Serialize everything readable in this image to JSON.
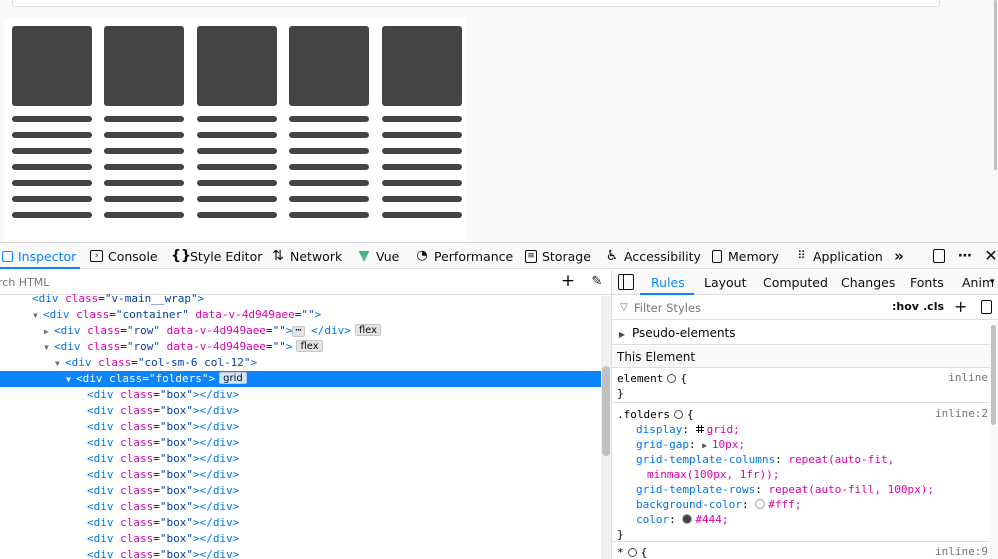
{
  "page": {
    "folders": {
      "column_count": 5,
      "lines_per_column": 7
    }
  },
  "devtools": {
    "tabs": [
      {
        "label": "Inspector",
        "icon": "inspector-icon"
      },
      {
        "label": "Console",
        "icon": "console-icon"
      },
      {
        "label": "Style Editor",
        "icon": "braces-icon"
      },
      {
        "label": "Network",
        "icon": "network-arrows-icon"
      },
      {
        "label": "Vue",
        "icon": "vue-logo-icon"
      },
      {
        "label": "Performance",
        "icon": "gauge-icon"
      },
      {
        "label": "Storage",
        "icon": "storage-icon"
      },
      {
        "label": "Accessibility",
        "icon": "accessibility-icon"
      },
      {
        "label": "Memory",
        "icon": "memory-chip-icon"
      },
      {
        "label": "Application",
        "icon": "grid-dots-icon"
      }
    ],
    "markup": {
      "search_placeholder": "rch HTML",
      "rows": [
        {
          "indent": 0,
          "twisty": "",
          "tag": "div",
          "attrs": [
            {
              "n": "class",
              "v": "v-main__wrap"
            }
          ],
          "tail": ">",
          "badge": "",
          "partial": true
        },
        {
          "indent": 1,
          "twisty": "▼",
          "tag": "div",
          "attrs": [
            {
              "n": "class",
              "v": "container"
            },
            {
              "n": "data-v-4d949aee",
              "v": ""
            }
          ],
          "tail": ">",
          "badge": ""
        },
        {
          "indent": 2,
          "twisty": "▶",
          "tag": "div",
          "attrs": [
            {
              "n": "class",
              "v": "row"
            },
            {
              "n": "data-v-4d949aee",
              "v": ""
            }
          ],
          "tail": ">",
          "ellipsis": true,
          "close": "</div>",
          "badge": "flex"
        },
        {
          "indent": 2,
          "twisty": "▼",
          "tag": "div",
          "attrs": [
            {
              "n": "class",
              "v": "row"
            },
            {
              "n": "data-v-4d949aee",
              "v": ""
            }
          ],
          "tail": ">",
          "badge": "flex"
        },
        {
          "indent": 3,
          "twisty": "▼",
          "tag": "div",
          "attrs": [
            {
              "n": "class",
              "v": "col-sm-6 col-12"
            }
          ],
          "tail": ">",
          "badge": ""
        },
        {
          "indent": 4,
          "twisty": "▼",
          "tag": "div",
          "attrs": [
            {
              "n": "class",
              "v": "folders"
            }
          ],
          "tail": ">",
          "badge": "grid",
          "selected": true
        },
        {
          "indent": 5,
          "twisty": "",
          "tag": "div",
          "attrs": [
            {
              "n": "class",
              "v": "box"
            }
          ],
          "tail": ">",
          "close": "</div>",
          "badge": ""
        },
        {
          "indent": 5,
          "twisty": "",
          "tag": "div",
          "attrs": [
            {
              "n": "class",
              "v": "box"
            }
          ],
          "tail": ">",
          "close": "</div>",
          "badge": ""
        },
        {
          "indent": 5,
          "twisty": "",
          "tag": "div",
          "attrs": [
            {
              "n": "class",
              "v": "box"
            }
          ],
          "tail": ">",
          "close": "</div>",
          "badge": ""
        },
        {
          "indent": 5,
          "twisty": "",
          "tag": "div",
          "attrs": [
            {
              "n": "class",
              "v": "box"
            }
          ],
          "tail": ">",
          "close": "</div>",
          "badge": ""
        },
        {
          "indent": 5,
          "twisty": "",
          "tag": "div",
          "attrs": [
            {
              "n": "class",
              "v": "box"
            }
          ],
          "tail": ">",
          "close": "</div>",
          "badge": ""
        },
        {
          "indent": 5,
          "twisty": "",
          "tag": "div",
          "attrs": [
            {
              "n": "class",
              "v": "box"
            }
          ],
          "tail": ">",
          "close": "</div>",
          "badge": ""
        },
        {
          "indent": 5,
          "twisty": "",
          "tag": "div",
          "attrs": [
            {
              "n": "class",
              "v": "box"
            }
          ],
          "tail": ">",
          "close": "</div>",
          "badge": ""
        },
        {
          "indent": 5,
          "twisty": "",
          "tag": "div",
          "attrs": [
            {
              "n": "class",
              "v": "box"
            }
          ],
          "tail": ">",
          "close": "</div>",
          "badge": ""
        },
        {
          "indent": 5,
          "twisty": "",
          "tag": "div",
          "attrs": [
            {
              "n": "class",
              "v": "box"
            }
          ],
          "tail": ">",
          "close": "</div>",
          "badge": ""
        },
        {
          "indent": 5,
          "twisty": "",
          "tag": "div",
          "attrs": [
            {
              "n": "class",
              "v": "box"
            }
          ],
          "tail": ">",
          "close": "</div>",
          "badge": ""
        },
        {
          "indent": 5,
          "twisty": "",
          "tag": "div",
          "attrs": [
            {
              "n": "class",
              "v": "box"
            }
          ],
          "tail": ">",
          "close": "</div>",
          "badge": ""
        }
      ]
    },
    "sidebar": {
      "tabs": [
        "Rules",
        "Layout",
        "Computed",
        "Changes",
        "Fonts",
        "Anim"
      ],
      "filter_placeholder": "Filter Styles",
      "hov_label": ":hov",
      "cls_label": ".cls",
      "pseudo_label": "Pseudo-elements",
      "this_element_label": "This Element",
      "element_rule": {
        "selector": "element",
        "source": "inline"
      },
      "folders_rule": {
        "selector": ".folders",
        "source": "inline:2",
        "decls": [
          {
            "prop": "display",
            "val": "grid",
            "icon": "grid"
          },
          {
            "prop": "grid-gap",
            "val": "10px",
            "icon": "twisty"
          },
          {
            "prop": "grid-template-columns",
            "val": "repeat(auto-fit,",
            "cont": "minmax(100px, 1fr));"
          },
          {
            "prop": "grid-template-rows",
            "val": "repeat(auto-fill, 100px);"
          },
          {
            "prop": "background-color",
            "val": "#fff;",
            "icon": "swatch",
            "swatch": "#ffffff"
          },
          {
            "prop": "color",
            "val": "#444;",
            "icon": "swatch",
            "swatch": "#444444"
          }
        ]
      },
      "universal_rule": {
        "selector": "*",
        "source": "inline:9"
      }
    },
    "accent": "#0a84ff"
  }
}
